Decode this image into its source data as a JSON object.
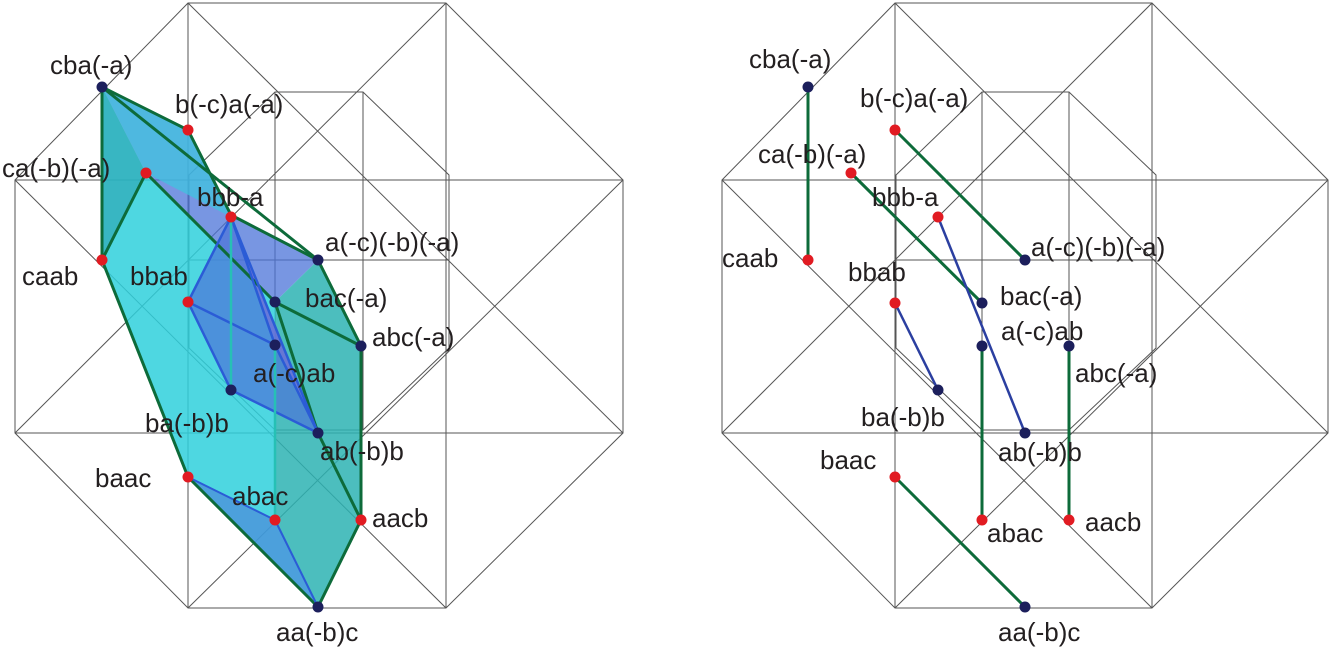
{
  "colors": {
    "grid_line": "#555555",
    "edge_green": "#0d6b3a",
    "edge_blue": "#2b3fa0",
    "dot_navy": "#1c1f5c",
    "dot_red": "#e11b22",
    "fill_cyan": "#2fd0dc",
    "fill_blue": "#4b73d8",
    "fill_teal": "#2db3b3"
  },
  "left_diagram": {
    "labels": {
      "cba_neg_a": "cba(-a)",
      "b_neg_c_a_neg_a": "b(-c)a(-a)",
      "ca_neg_b_neg_a": "ca(-b)(-a)",
      "bbb_a": "bbb-a",
      "a_neg_c_neg_b_neg_a": "a(-c)(-b)(-a)",
      "caab": "caab",
      "bbab": "bbab",
      "bac_neg_a": "bac(-a)",
      "abc_neg_a": "abc(-a)",
      "a_neg_c_ab": "a(-c)ab",
      "ba_neg_b_b": "ba(-b)b",
      "ab_neg_b_b": "ab(-b)b",
      "baac": "baac",
      "abac": "abac",
      "aacb": "aacb",
      "aa_neg_b_c": "aa(-b)c"
    }
  },
  "right_diagram": {
    "labels": {
      "cba_neg_a": "cba(-a)",
      "b_neg_c_a_neg_a": "b(-c)a(-a)",
      "ca_neg_b_neg_a": "ca(-b)(-a)",
      "bbb_a": "bbb-a",
      "a_neg_c_neg_b_neg_a": "a(-c)(-b)(-a)",
      "caab": "caab",
      "bbab": "bbab",
      "bac_neg_a": "bac(-a)",
      "a_neg_c_ab": "a(-c)ab",
      "abc_neg_a": "abc(-a)",
      "ba_neg_b_b": "ba(-b)b",
      "ab_neg_b_b": "ab(-b)b",
      "baac": "baac",
      "abac": "abac",
      "aacb": "aacb",
      "aa_neg_b_c": "aa(-b)c"
    }
  }
}
